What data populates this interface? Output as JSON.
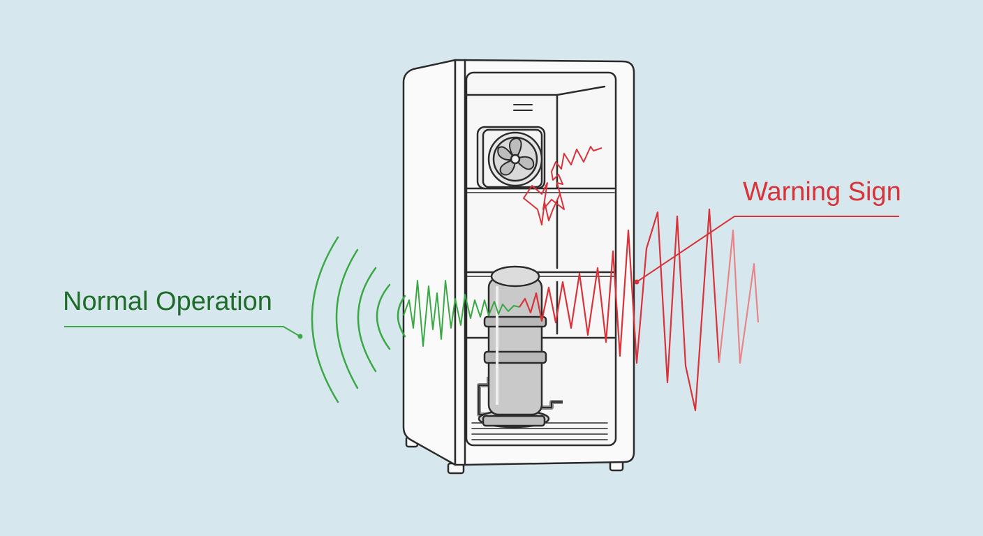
{
  "labels": {
    "normal": "Normal Operation",
    "warning": "Warning Sign"
  },
  "colors": {
    "background": "#d6e8ed",
    "normal": "#3aa845",
    "normal_text": "#1f6b2a",
    "warning": "#d8323a",
    "outline": "#2b2b2b",
    "body": "#fafafa"
  },
  "icons": {
    "appliance": "refrigerator-cutaway",
    "fan": "fan-icon",
    "compressor": "compressor-icon"
  }
}
